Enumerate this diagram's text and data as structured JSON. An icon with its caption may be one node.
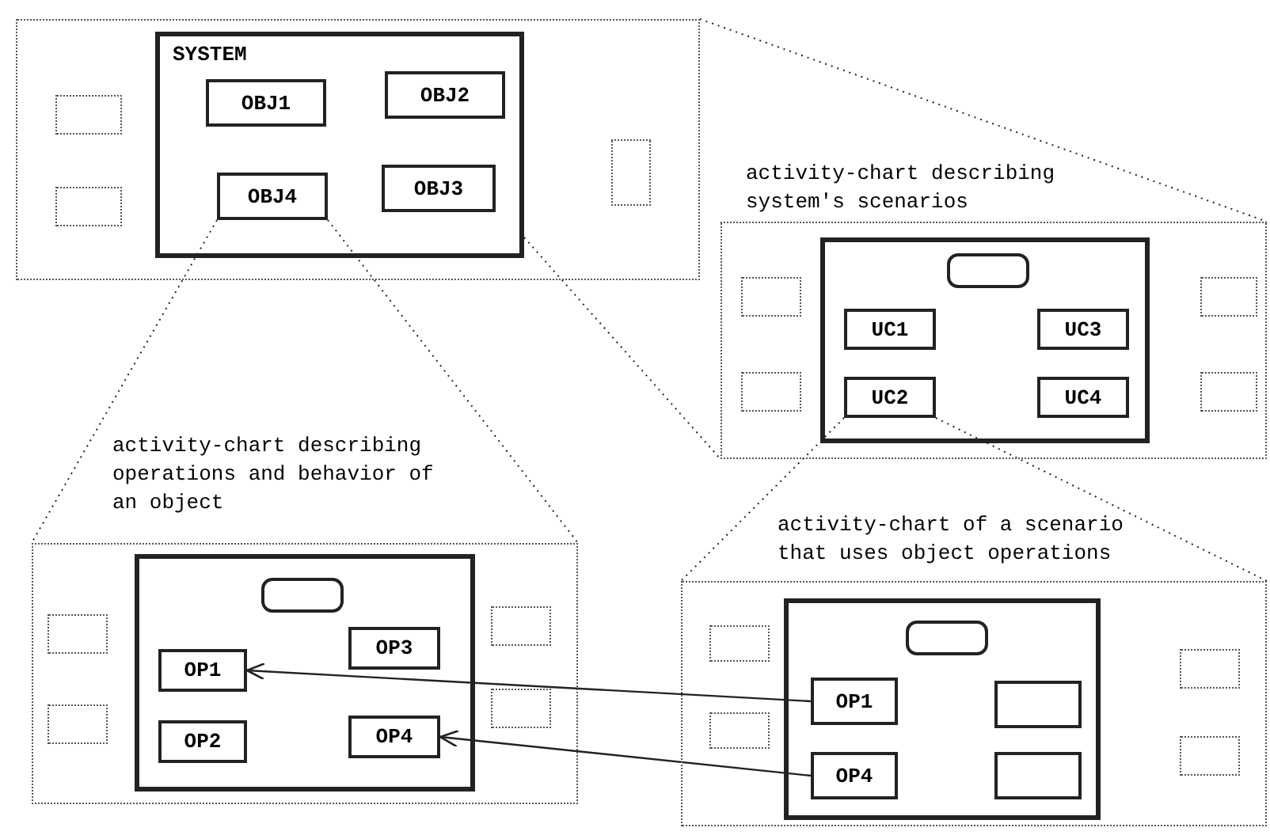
{
  "diagram": {
    "nodes": [
      {
        "text": [],
        "shape": "box"
      },
      {
        "text": [
          "SYSTEM"
        ],
        "in": 0
      },
      {
        "text": [
          "OBJ1"
        ],
        "in": 1
      },
      {
        "text": [
          "OBJ2"
        ],
        "in": 1
      },
      {
        "text": [
          "OBJ4"
        ],
        "in": 1
      },
      {
        "text": [
          "OBJ3"
        ],
        "in": 1
      },
      {
        "text": [],
        "shape": "box",
        "in": 0
      },
      {
        "text": [],
        "shape": "box",
        "in": 0
      },
      {
        "text": [],
        "shape": "box",
        "in": 0
      },
      {
        "text": [
          "activity-chart describing system's scenarios"
        ]
      },
      {
        "text": [],
        "shape": "box",
        "in": 9
      },
      {
        "text": [],
        "shape": "box",
        "in": 10
      },
      {
        "text": [
          "UC1"
        ],
        "in": 10
      },
      {
        "text": [
          "UC3"
        ],
        "in": 10
      },
      {
        "text": [
          "UC2"
        ],
        "in": 10
      },
      {
        "text": [
          "UC4"
        ],
        "in": 10
      },
      {
        "text": [],
        "shape": "box",
        "in": 9
      },
      {
        "text": [],
        "shape": "box",
        "in": 9
      },
      {
        "text": [],
        "shape": "box",
        "in": 9
      },
      {
        "text": [],
        "shape": "box",
        "in": 9
      },
      {
        "text": [
          "activity-chart describing operations and behavior of an object"
        ]
      },
      {
        "text": [],
        "shape": "box",
        "in": 20
      },
      {
        "text": [],
        "shape": "box",
        "in": 21
      },
      {
        "text": [
          "OP1"
        ],
        "in": 21
      },
      {
        "text": [
          "OP3"
        ],
        "in": 21
      },
      {
        "text": [
          "OP2"
        ],
        "in": 21
      },
      {
        "text": [
          "OP4"
        ],
        "in": 21
      },
      {
        "text": [],
        "shape": "box",
        "in": 20
      },
      {
        "text": [],
        "shape": "box",
        "in": 20
      },
      {
        "text": [],
        "shape": "box",
        "in": 20
      },
      {
        "text": [],
        "shape": "box",
        "in": 20
      },
      {
        "text": [
          "activity-chart of a scenario that uses object operations"
        ]
      },
      {
        "text": [],
        "shape": "box",
        "in": 31
      },
      {
        "text": [],
        "shape": "box",
        "in": 32
      },
      {
        "text": [
          "OP1"
        ],
        "in": 32
      },
      {
        "text": [],
        "shape": "box",
        "in": 32
      },
      {
        "text": [
          "OP4"
        ],
        "in": 32
      },
      {
        "text": [],
        "shape": "box",
        "in": 32
      },
      {
        "text": [],
        "shape": "box",
        "in": 31
      },
      {
        "text": [],
        "shape": "box",
        "in": 31
      },
      {
        "text": [],
        "shape": "box",
        "in": 31
      },
      {
        "text": [],
        "shape": "box",
        "in": 31
      }
    ],
    "edges": [
      {
        "from": 0,
        "to": 9,
        "arrow": "none",
        "style": "dashed"
      },
      {
        "from": 1,
        "to": 9,
        "arrow": "none",
        "style": "dashed"
      },
      {
        "from": 4,
        "to": 20,
        "arrow": "none",
        "style": "dashed"
      },
      {
        "from": 4,
        "to": 20,
        "arrow": "none",
        "style": "dashed"
      },
      {
        "from": 14,
        "to": 31,
        "arrow": "none",
        "style": "dashed"
      },
      {
        "from": 14,
        "to": 31,
        "arrow": "none",
        "style": "dashed"
      },
      {
        "from": 34,
        "to": 23,
        "arrow": "to"
      },
      {
        "from": 36,
        "to": 26,
        "arrow": "to"
      }
    ]
  }
}
